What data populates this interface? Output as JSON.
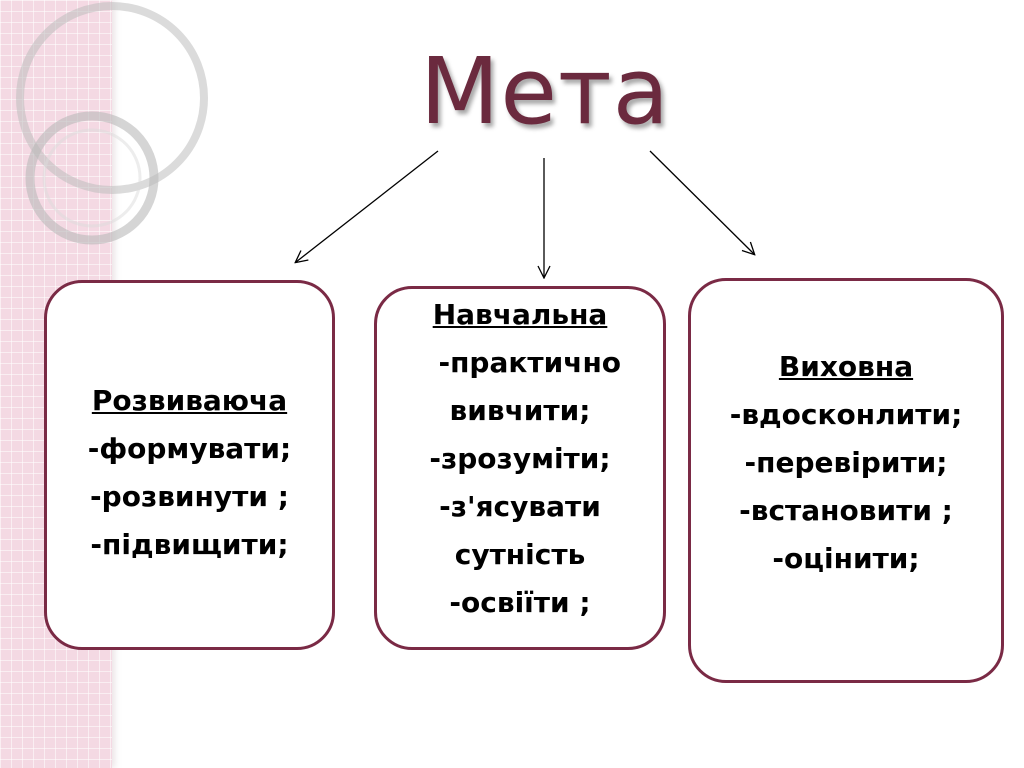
{
  "title": "Мета",
  "boxes": [
    {
      "heading": "Розвиваюча",
      "items": [
        "-формувати;",
        " -розвинути ;",
        "-підвищити;"
      ]
    },
    {
      "heading": "Навчальна",
      "items": [
        "  -практично",
        "вивчити;",
        "-зрозуміти;",
        "-з'ясувати",
        "сутність",
        "-освіїти ;"
      ]
    },
    {
      "heading": "Виховна",
      "items": [
        "-вдосконлити;",
        "-перевірити;",
        "-встановити ;",
        "-оцінити;"
      ]
    }
  ],
  "colors": {
    "title": "#6b2a3e",
    "box_border": "#7a2a45",
    "strip": "#f4d9e3"
  }
}
